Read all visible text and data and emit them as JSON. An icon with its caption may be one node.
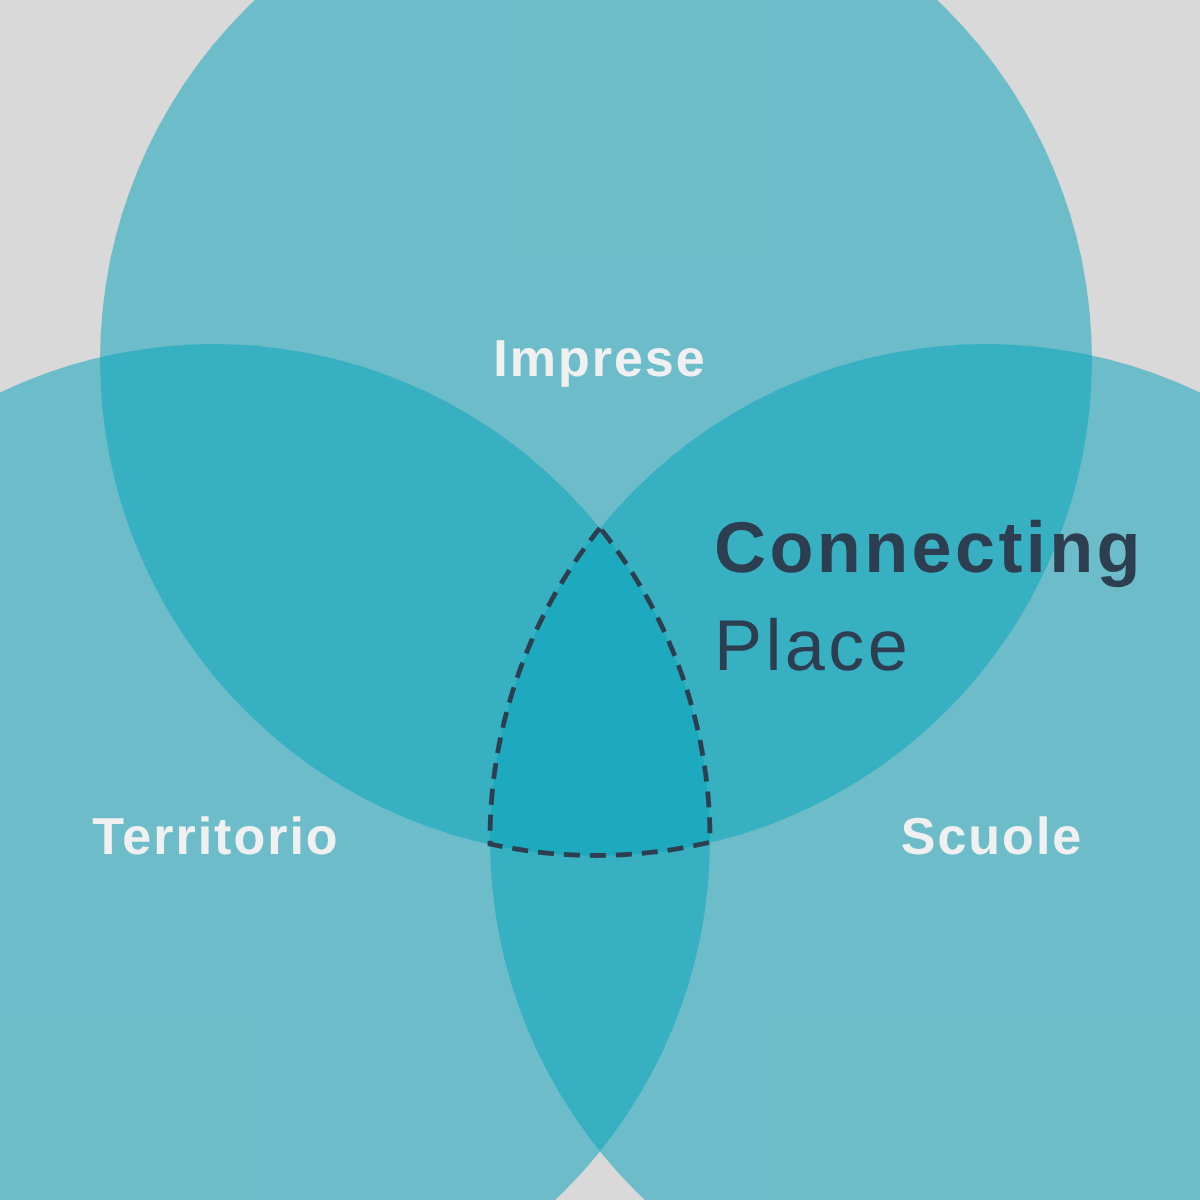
{
  "diagram": {
    "nodes": [
      {
        "text": [
          "Imprese"
        ]
      },
      {
        "text": [
          "Territorio"
        ]
      },
      {
        "text": [
          "Scuole"
        ]
      },
      {
        "text": [],
        "shape": "triangle",
        "beside": [
          "**Connecting** Place"
        ]
      }
    ]
  }
}
